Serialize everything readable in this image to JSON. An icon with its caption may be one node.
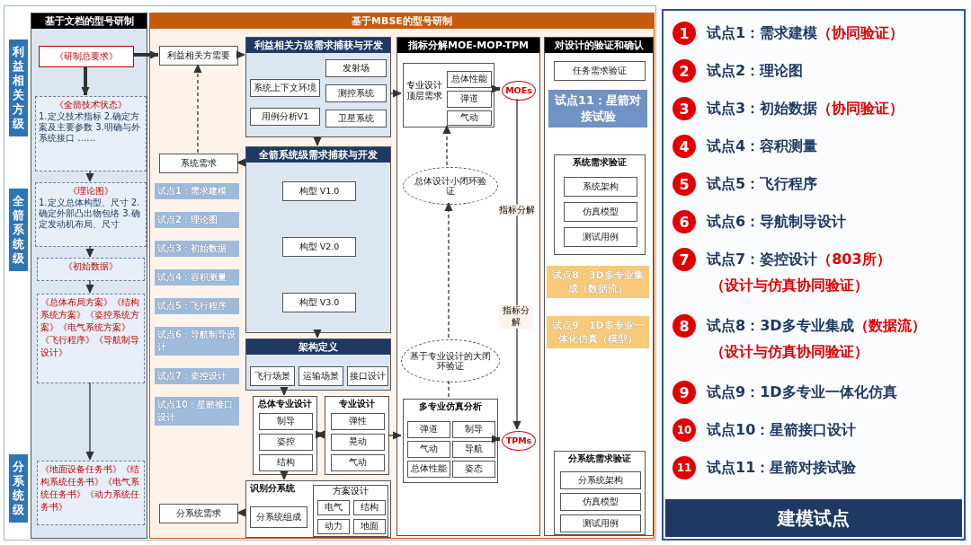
{
  "diagram": {
    "title": "建模试点",
    "nodes": [
      {
        "text": [
          "基于文档的型号研制"
        ]
      },
      {
        "text": [
          "《研制总要求》"
        ],
        "in": 0
      },
      {
        "text": [
          "《全箭技术状态》",
          "1.定义技术指标 2.确定方案及主要参数 3.明确与外系统接口 ……"
        ],
        "in": 0
      },
      {
        "text": [
          "《理论图》",
          "1.定义总体构型、尺寸 2.确定外部凸出物包络 3.确定发动机布局、尺寸"
        ],
        "in": 0
      },
      {
        "text": [
          "《初始数据》"
        ],
        "in": 0
      },
      {
        "text": [
          "《总体布局方案》《结构系统方案》《姿控系统方案》《电气系统方案》《飞行程序》《导航制导设计》"
        ],
        "in": 0
      },
      {
        "text": [
          "《地面设备任务书》《结构系统任务书》《电气系统任务书》《动力系统任务书》"
        ],
        "in": 0
      },
      {
        "text": [
          "基于MBSE的型号研制"
        ]
      },
      {
        "text": [
          "利益相关方需要"
        ],
        "in": 7
      },
      {
        "text": [
          "利益相关方级需求捕获与开发"
        ],
        "in": 7
      },
      {
        "text": [
          "系统上下文环境"
        ],
        "in": 9
      },
      {
        "text": [
          "用例分析V1"
        ],
        "in": 9
      },
      {
        "text": [
          "发射场"
        ],
        "in": 9
      },
      {
        "text": [
          "测控系统"
        ],
        "in": 9
      },
      {
        "text": [
          "卫星系统"
        ],
        "in": 9
      },
      {
        "text": [
          "系统需求"
        ],
        "in": 7
      },
      {
        "text": [
          "全箭系统级需求捕获与开发"
        ],
        "in": 7
      },
      {
        "text": [
          "构型 V1.0"
        ],
        "in": 16
      },
      {
        "text": [
          "构型 V2.0"
        ],
        "in": 16
      },
      {
        "text": [
          "构型 V3.0"
        ],
        "in": 16
      },
      {
        "text": [
          "架构定义"
        ],
        "in": 7
      },
      {
        "text": [
          "飞行场景"
        ],
        "in": 20
      },
      {
        "text": [
          "运输场景"
        ],
        "in": 20
      },
      {
        "text": [
          "接口设计"
        ],
        "in": 20
      },
      {
        "text": [
          "总体专业设计"
        ],
        "in": 7
      },
      {
        "text": [
          "制导"
        ],
        "in": 24
      },
      {
        "text": [
          "姿控"
        ],
        "in": 24
      },
      {
        "text": [
          "结构"
        ],
        "in": 24
      },
      {
        "text": [
          "专业设计"
        ],
        "in": 7
      },
      {
        "text": [
          "弹性"
        ],
        "in": 28
      },
      {
        "text": [
          "晃动"
        ],
        "in": 28
      },
      {
        "text": [
          "气动"
        ],
        "in": 28
      },
      {
        "text": [
          "分系统需求"
        ],
        "in": 7
      },
      {
        "text": [
          "识别分系统"
        ],
        "in": 7
      },
      {
        "text": [
          "分系统组成"
        ],
        "in": 33
      },
      {
        "text": [
          "方案设计"
        ],
        "in": 33
      },
      {
        "text": [
          "电气"
        ],
        "in": 35
      },
      {
        "text": [
          "结构"
        ],
        "in": 35
      },
      {
        "text": [
          "动力"
        ],
        "in": 35
      },
      {
        "text": [
          "地面"
        ],
        "in": 35
      },
      {
        "text": [
          "指标分解MOE-MOP-TPM"
        ],
        "in": 7
      },
      {
        "text": [
          "专业设计顶层需求"
        ],
        "in": 40
      },
      {
        "text": [
          "总体性能"
        ],
        "in": 41
      },
      {
        "text": [
          "弹道"
        ],
        "in": 41
      },
      {
        "text": [
          "气动"
        ],
        "in": 41
      },
      {
        "text": [
          "MOEs"
        ],
        "in": 40
      },
      {
        "text": [
          "总体设计小闭环验证"
        ],
        "in": 40
      },
      {
        "text": [
          "基于专业设计的大闭环验证"
        ],
        "in": 40
      },
      {
        "text": [
          "多专业仿真分析"
        ],
        "in": 40
      },
      {
        "text": [
          "弹道"
        ],
        "in": 48
      },
      {
        "text": [
          "制导"
        ],
        "in": 48
      },
      {
        "text": [
          "气动"
        ],
        "in": 48
      },
      {
        "text": [
          "导航"
        ],
        "in": 48
      },
      {
        "text": [
          "总体性能"
        ],
        "in": 48
      },
      {
        "text": [
          "姿态"
        ],
        "in": 48
      },
      {
        "text": [
          "TPMs"
        ],
        "in": 40
      },
      {
        "text": [
          "对设计的验证和确认"
        ],
        "in": 7
      },
      {
        "text": [
          "任务需求验证"
        ],
        "in": 56
      },
      {
        "text": [
          "系统需求验证"
        ],
        "in": 56
      },
      {
        "text": [
          "系统架构"
        ],
        "in": 58
      },
      {
        "text": [
          "仿真模型"
        ],
        "in": 58
      },
      {
        "text": [
          "测试用例"
        ],
        "in": 58
      },
      {
        "text": [
          "分系统需求验证"
        ],
        "in": 56
      },
      {
        "text": [
          "分系统架构"
        ],
        "in": 62
      },
      {
        "text": [
          "仿真模型"
        ],
        "in": 62
      },
      {
        "text": [
          "测试用例"
        ],
        "in": 62
      }
    ],
    "edges": [
      {
        "from": 1,
        "to": 8,
        "arrow": "to",
        "style": "thick"
      },
      {
        "from": 1,
        "to": 2,
        "arrow": "to",
        "style": "thick"
      },
      {
        "from": 2,
        "to": 3,
        "arrow": "to"
      },
      {
        "from": 3,
        "to": 4,
        "arrow": "to"
      },
      {
        "from": 4,
        "to": 5,
        "arrow": "to"
      },
      {
        "from": 5,
        "to": 6,
        "arrow": "to"
      },
      {
        "from": 8,
        "to": 9,
        "arrow": "to"
      },
      {
        "from": 9,
        "to": 16,
        "arrow": "to"
      },
      {
        "from": 16,
        "to": 15,
        "arrow": "to"
      },
      {
        "from": 15,
        "to": 8,
        "arrow": "to",
        "style": "dashed"
      },
      {
        "from": 9,
        "to": 41,
        "arrow": "to"
      },
      {
        "from": 41,
        "to": 45,
        "arrow": "to",
        "style": "thick"
      },
      {
        "from": 46,
        "to": 41,
        "arrow": "to",
        "style": "dashed"
      },
      {
        "from": 47,
        "to": 46,
        "arrow": "to",
        "style": "dashed"
      },
      {
        "from": 48,
        "to": 47,
        "arrow": "none",
        "style": "dashed"
      },
      {
        "from": 45,
        "to": 55,
        "arrow": "to",
        "label": "指标分解"
      },
      {
        "from": 48,
        "to": 55,
        "arrow": "to",
        "style": "thick"
      },
      {
        "from": 16,
        "to": 20,
        "arrow": "to"
      },
      {
        "from": 20,
        "to": 24,
        "arrow": "to"
      },
      {
        "from": 24,
        "to": 28,
        "arrow": "both"
      },
      {
        "from": 28,
        "to": 48,
        "arrow": "to"
      },
      {
        "from": 24,
        "to": 33,
        "arrow": "to"
      },
      {
        "from": 33,
        "to": 32,
        "arrow": "to"
      }
    ],
    "labels": [
      "利益相关方级",
      "全箭系统级",
      "分系统级",
      "指标分解",
      "试点1：需求建模",
      "试点2：理论图",
      "试点3：初始数据",
      "试点4：容积测量",
      "试点5：飞行程序",
      "试点6：导航制导设计",
      "试点7：姿控设计",
      "试点8：3D多专业集成（数据流）",
      "试点9：1D多专业一体化仿真（模型）",
      "试点10：星箭接口设计",
      "试点11：星箭对接试验",
      "1",
      "试点1：需求建模",
      "（协同验证）",
      "2",
      "试点2：理论图",
      "3",
      "试点3：初始数据",
      "（协同验证）",
      "4",
      "试点4：容积测量",
      "5",
      "试点5：飞行程序",
      "6",
      "试点6：导航制导设计",
      "7",
      "试点7：姿控设计",
      "（803所）",
      "（设计与仿真协同验证）",
      "8",
      "试点8：3D多专业集成",
      "（数据流）",
      "（设计与仿真协同验证）",
      "9",
      "试点9：1D多专业一体化仿真",
      "10",
      "试点10：星箭接口设计",
      "11",
      "试点11：星箭对接试验"
    ]
  }
}
